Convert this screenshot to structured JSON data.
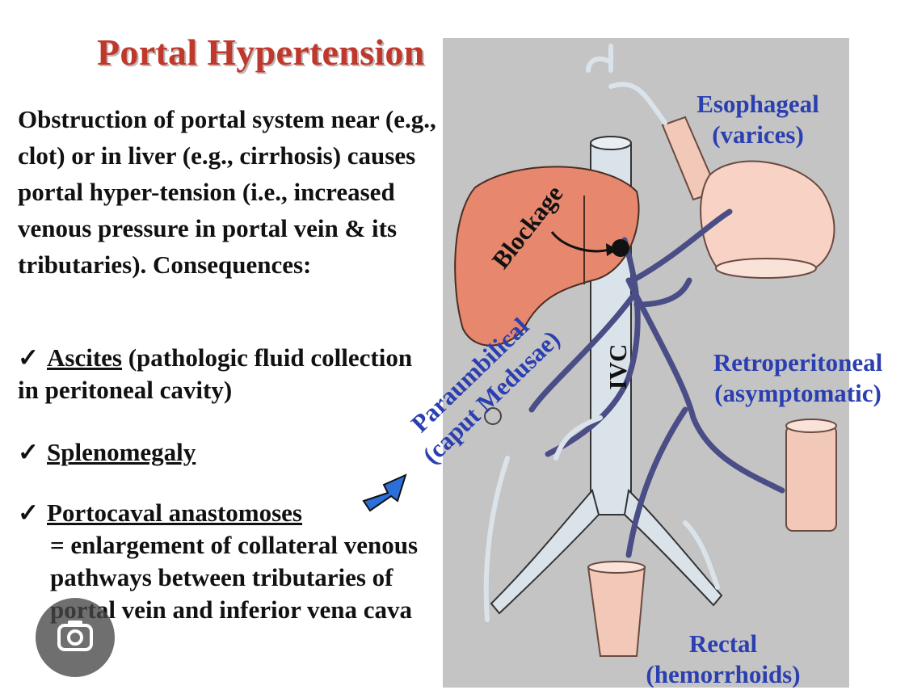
{
  "title": "Portal Hypertension",
  "intro": "Obstruction of portal system near (e.g., clot) or in liver (e.g., cirrhosis) causes portal hyper-tension (i.e., increased venous pressure in portal vein & its tributaries).  Consequences:",
  "bullets": [
    {
      "check": "✓",
      "term": "Ascites",
      "rest": "(pathologic fluid collection in peritoneal cavity)"
    },
    {
      "check": "✓",
      "term": "Splenomegaly",
      "rest": ""
    },
    {
      "check": "✓",
      "term": "Portocaval anastomoses",
      "rest": "= enlargement of collateral venous pathways between tributaries of portal vein and inferior vena cava"
    }
  ],
  "labels": {
    "esophageal": "Esophageal",
    "esophageal_sub": "(varices)",
    "blockage": "Blockage",
    "ivc": "IVC",
    "paraumbilical": "Paraumbilical",
    "paraumbilical_sub": "(caput Medusae)",
    "retroperitoneal": "Retroperitoneal",
    "retroperitoneal_sub": "(asymptomatic)",
    "rectal": "Rectal",
    "rectal_sub": "(hemorrhoids)"
  },
  "colors": {
    "title": "#c0382b",
    "label_blue": "#2b3fb0",
    "panel_gray": "#c4c4c4",
    "liver": "#e7876e",
    "vein_dark": "#4a4d86",
    "vein_light": "#dbe3ea",
    "arrow_blue": "#2b6fd9"
  },
  "icons": {
    "lens": "visual-search-icon"
  }
}
